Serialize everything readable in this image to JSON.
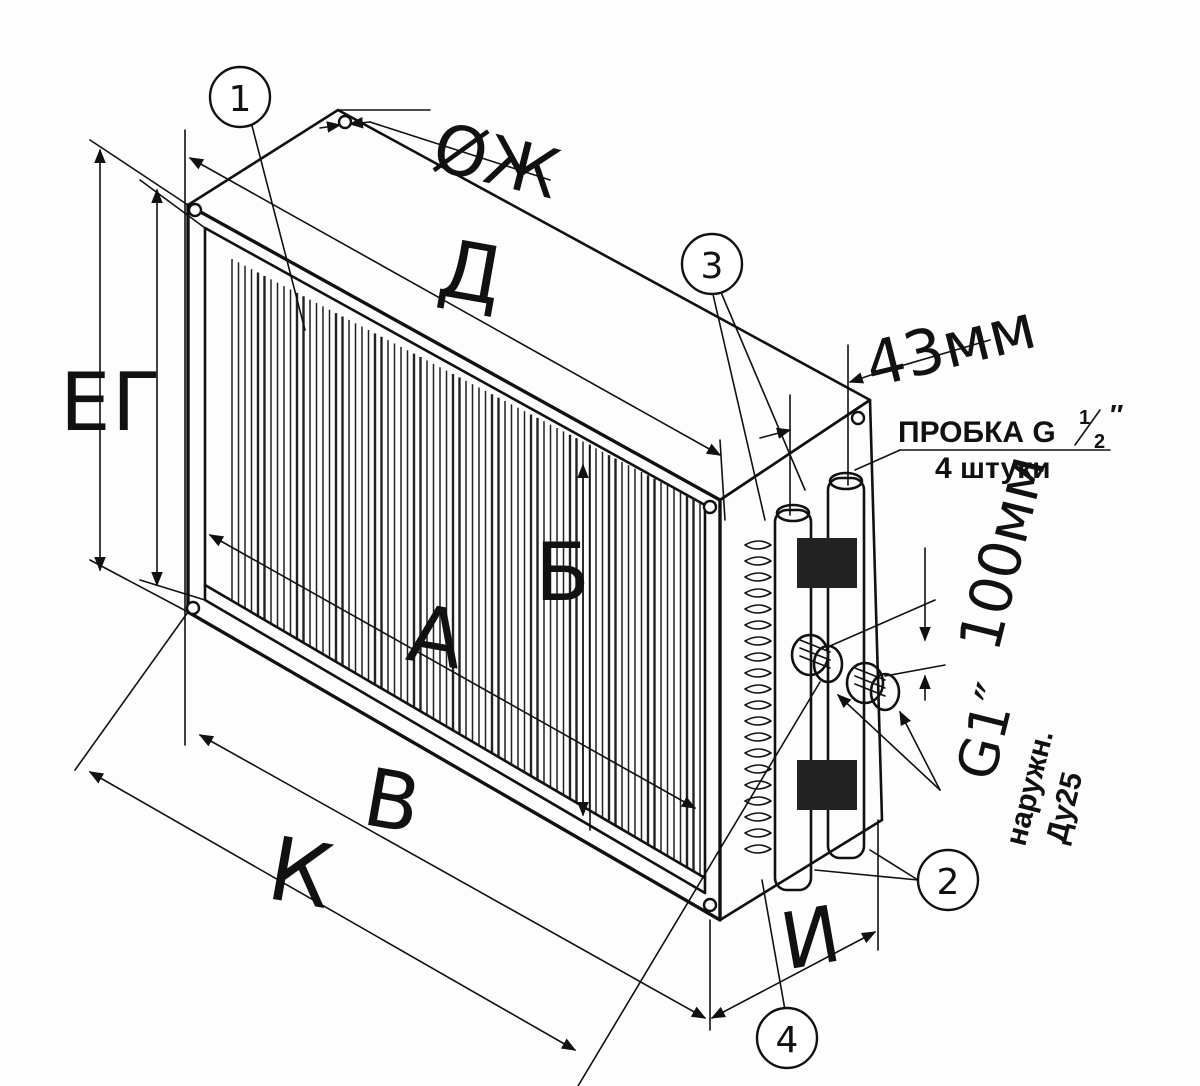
{
  "diagram": {
    "dimensions": {
      "a": "А",
      "b": "Б",
      "v": "В",
      "g": "Г",
      "d": "Д",
      "e": "Е",
      "zh": "ØЖ",
      "i": "И",
      "k": "К",
      "depth_43": "43мм",
      "spacing_100": "100мм"
    },
    "callouts": [
      "1",
      "2",
      "3",
      "4"
    ],
    "notes": {
      "plug_line1": "ПРОБКА G",
      "plug_fraction_num": "1",
      "plug_fraction_den": "2",
      "plug_inch": "″",
      "plug_line2": "4 штуки",
      "thread": "G1″",
      "thread_type": "наружн.",
      "nominal_dia": "Ду25"
    }
  }
}
